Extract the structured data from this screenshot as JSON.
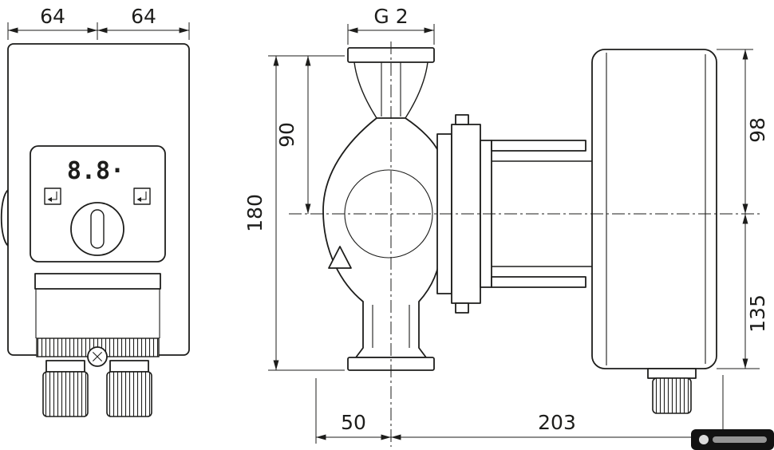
{
  "colors": {
    "line": "#1d1d1b",
    "background": "#ffffff"
  },
  "display": {
    "value": "8.8·"
  },
  "dimensions": {
    "module_width_left": "64",
    "module_width_right": "64",
    "inlet_thread": "G 2",
    "flange_to_center": "90",
    "port_to_port": "180",
    "center_to_housing_top": "98",
    "center_to_housing_bottom": "135",
    "volute_front_to_center": "50",
    "center_to_housing_rear": "203"
  }
}
